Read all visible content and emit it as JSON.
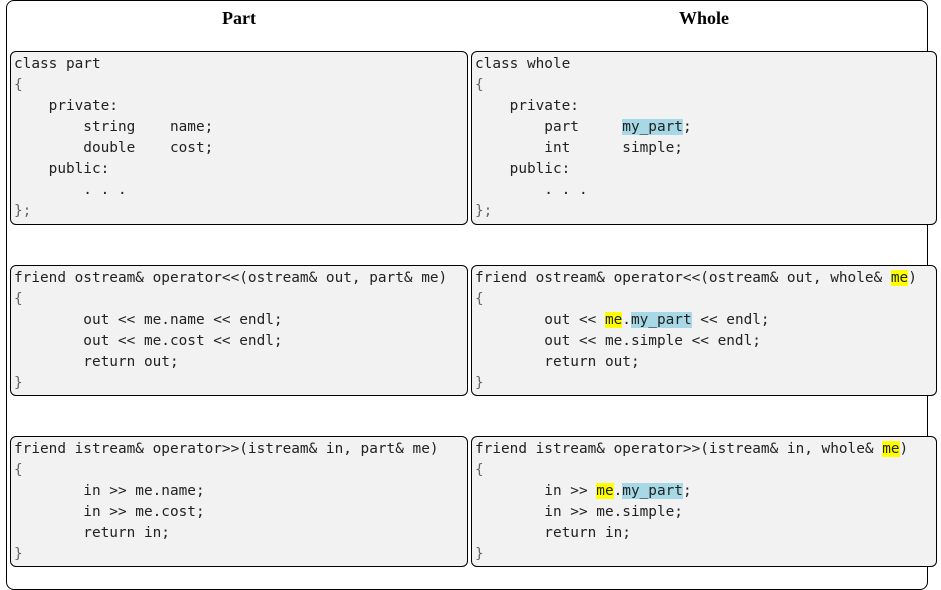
{
  "headers": {
    "left": "Part",
    "right": "Whole"
  },
  "colors": {
    "highlight_yellow": "#ffff00",
    "highlight_blue": "#a6d8e6",
    "code_bg": "#f2f2f2"
  },
  "class_part": {
    "l1": "class part",
    "open": "{",
    "l3": "    private:",
    "l4": "        string    name;",
    "l5": "        double    cost;",
    "l6": "    public:",
    "l7": "        . . .",
    "close": "};"
  },
  "class_whole": {
    "l1": "class whole",
    "open": "{",
    "l3": "    private:",
    "l4a": "        part     ",
    "l4b": "my_part",
    "l4c": ";",
    "l5": "        int      simple;",
    "l6": "    public:",
    "l7": "        . . .",
    "close": "};"
  },
  "ostream_part": {
    "sig": "friend ostream& operator<<(ostream& out, part& me)",
    "open": "{",
    "l1": "        out << me.name << endl;",
    "l2": "        out << me.cost << endl;",
    "l3": "        return out;",
    "close": "}"
  },
  "ostream_whole": {
    "sig": "friend ostream& operator<<(ostream& out, whole& ",
    "sig_me": "me",
    "sig_end": ")",
    "open": "{",
    "l1a": "        out << ",
    "l1_me": "me",
    "l1_dot": ".",
    "l1_member": "my_part",
    "l1_rest": " << endl;",
    "l2": "        out << me.simple << endl;",
    "l3": "        return out;",
    "close": "}"
  },
  "istream_part": {
    "sig": "friend istream& operator>>(istream& in, part& me)",
    "open": "{",
    "l1": "        in >> me.name;",
    "l2": "        in >> me.cost;",
    "l3": "        return in;",
    "close": "}"
  },
  "istream_whole": {
    "sig": "friend istream& operator>>(istream& in, whole& ",
    "sig_me": "me",
    "sig_end": ")",
    "open": "{",
    "l1a": "        in >> ",
    "l1_me": "me",
    "l1_dot": ".",
    "l1_member": "my_part",
    "l1_rest": ";",
    "l2": "        in >> me.simple;",
    "l3": "        return in;",
    "close": "}"
  }
}
